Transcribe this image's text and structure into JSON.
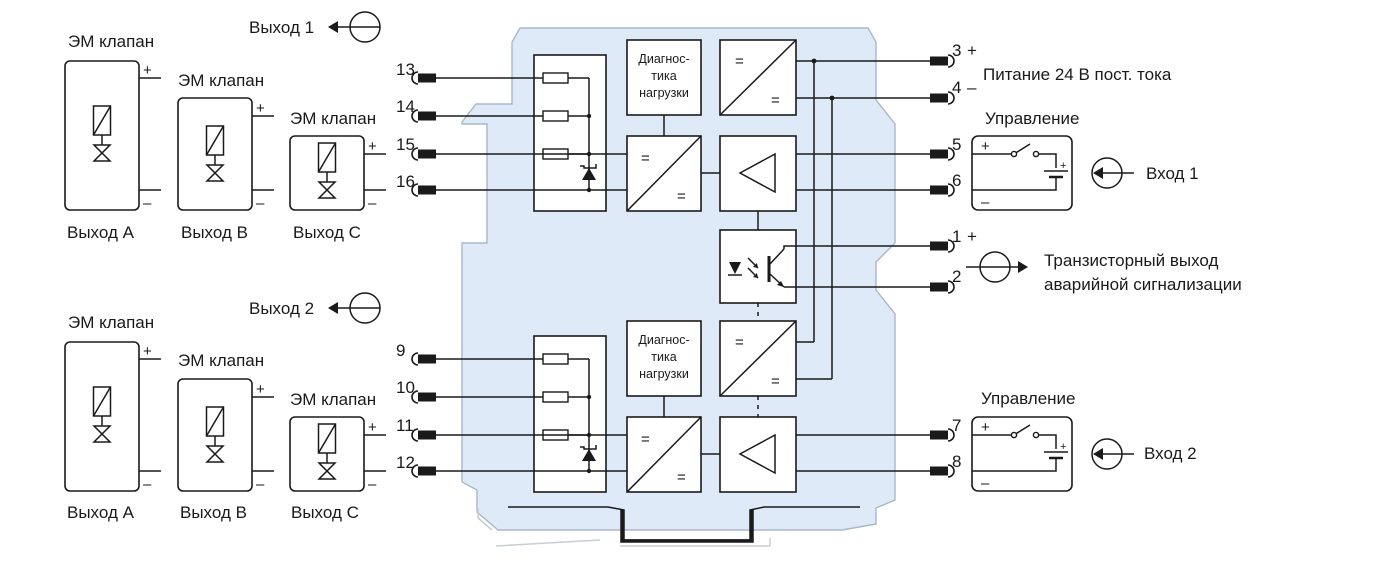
{
  "colors": {
    "housing": "#deeaf7",
    "housing_stroke": "#a9b8c8",
    "line": "#1a1a1a"
  },
  "valve_label": "ЭМ клапан",
  "outputs": {
    "a": "Выход A",
    "b": "Выход B",
    "c": "Выход C"
  },
  "output_groups": [
    {
      "name": "Выход 1"
    },
    {
      "name": "Выход 2"
    }
  ],
  "diag_lines": [
    "Диагнос-",
    "тика",
    "нагрузки"
  ],
  "symbols": {
    "eq": "=",
    "plus": "+",
    "minus": "–",
    "plus_raw": "+",
    "minus_raw": "–"
  },
  "terminals": {
    "t13": "13",
    "t14": "14",
    "t15": "15",
    "t16": "16",
    "t9": "9",
    "t10": "10",
    "t11": "11",
    "t12": "12",
    "t3": "3",
    "t4": "4",
    "t5": "5",
    "t6": "6",
    "t1": "1",
    "t2": "2",
    "t7": "7",
    "t8": "8"
  },
  "power_label": "Питание 24 В пост. тока",
  "control_label": "Управление",
  "inputs": {
    "in1": "Вход 1",
    "in2": "Вход 2"
  },
  "transistor_label": [
    "Транзисторный выход",
    "аварийной сигнализации"
  ]
}
